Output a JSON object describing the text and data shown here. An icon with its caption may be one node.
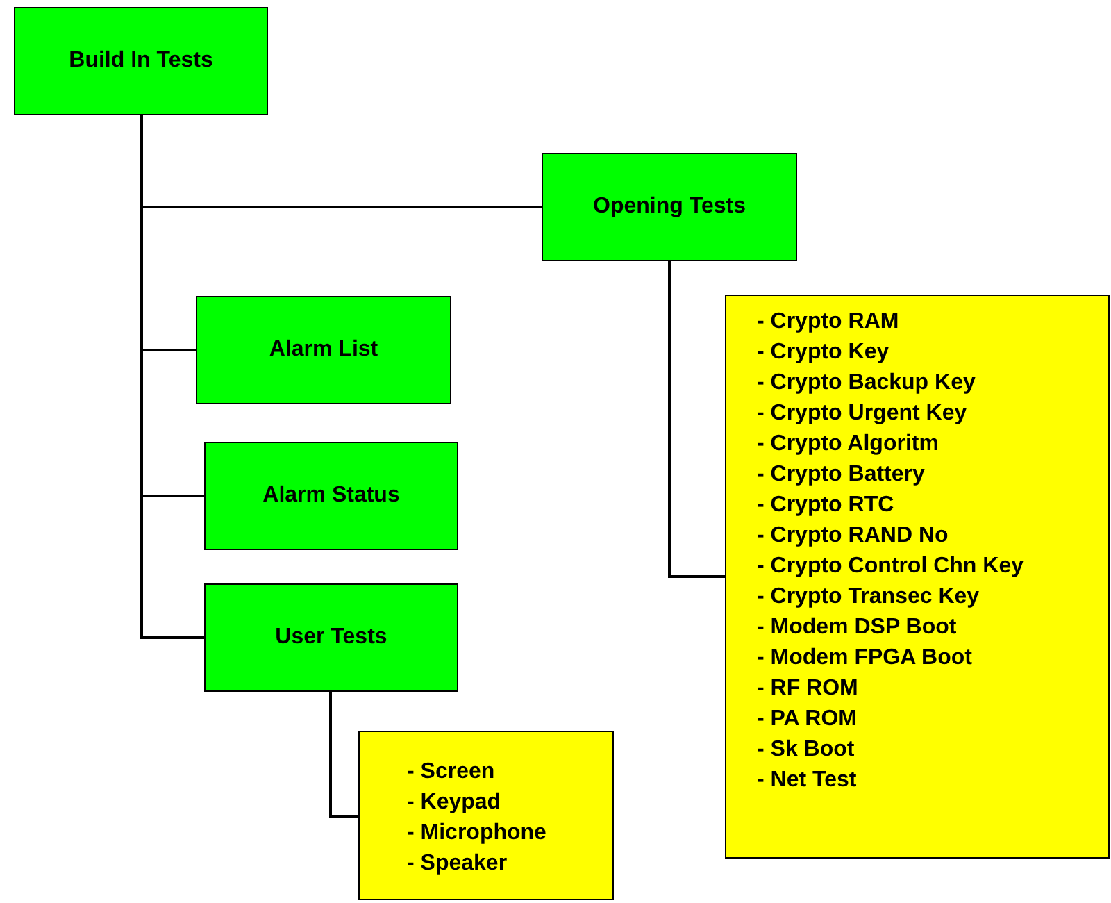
{
  "diagram": {
    "nodes": [
      {
        "text": [
          "Build In Tests"
        ]
      },
      {
        "text": [
          "Opening Tests"
        ]
      },
      {
        "text": [
          "Alarm List"
        ]
      },
      {
        "text": [
          "Alarm Status"
        ]
      },
      {
        "text": [
          "User Tests"
        ]
      },
      {
        "text": [
          "- Crypto RAM",
          "- Crypto Key",
          "- Crypto Backup Key",
          "- Crypto Urgent Key",
          "- Crypto Algoritm",
          "- Crypto Battery",
          "- Crypto RTC",
          "- Crypto RAND No",
          "- Crypto Control Chn Key",
          "- Crypto Transec Key",
          "- Modem DSP Boot",
          "- Modem FPGA Boot",
          "- RF ROM",
          "- PA ROM",
          "- Sk Boot",
          "- Net Test"
        ]
      },
      {
        "text": [
          "- Screen",
          "- Keypad",
          "- Microphone",
          "- Speaker"
        ]
      }
    ],
    "edges": [
      {
        "from": 0,
        "to": 1,
        "arrow": "none"
      },
      {
        "from": 0,
        "to": 2,
        "arrow": "none"
      },
      {
        "from": 0,
        "to": 3,
        "arrow": "none"
      },
      {
        "from": 0,
        "to": 4,
        "arrow": "none"
      },
      {
        "from": 1,
        "to": 5,
        "arrow": "none"
      },
      {
        "from": 4,
        "to": 6,
        "arrow": "none"
      }
    ]
  }
}
